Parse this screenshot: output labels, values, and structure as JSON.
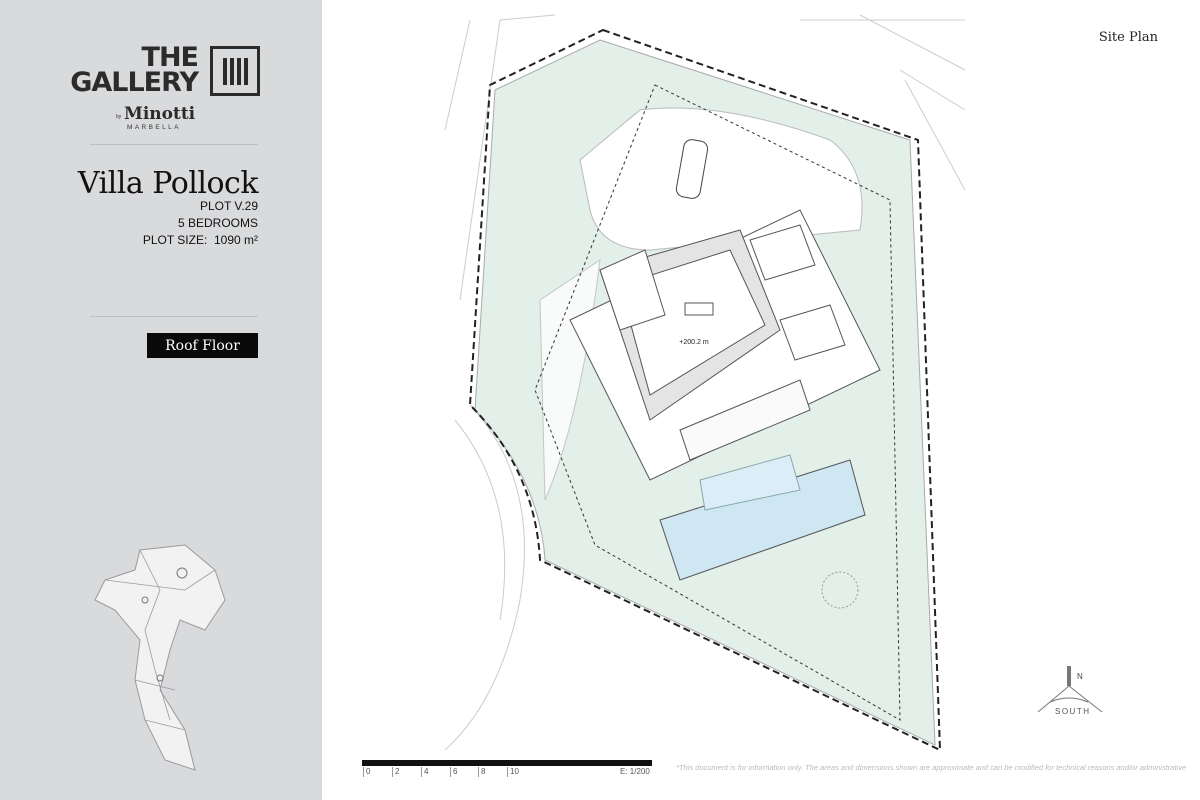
{
  "brand": {
    "line1": "THE",
    "line2": "GALLERY",
    "by": "by",
    "name": "Minotti",
    "city": "MARBELLA"
  },
  "villa": {
    "title": "Villa Pollock",
    "plot": "PLOT V.29",
    "bedrooms": "5  BEDROOMS",
    "plot_size_label": "PLOT SIZE:",
    "plot_size_value": "1090 m²"
  },
  "floor_button": "Roof Floor",
  "plan": {
    "label": "Site Plan",
    "elevation": "+200.2 m"
  },
  "scale": {
    "ticks": [
      "0",
      "2",
      "4",
      "6",
      "8",
      "10"
    ],
    "ratio": "E: 1/200"
  },
  "compass": {
    "north": "N",
    "south": "SOUTH"
  },
  "disclaimer": "*This document is for information only. The areas and dimensions shown are approximate and can be modified for technical reasons and/or administrative",
  "colors": {
    "panel": "#d9dadc",
    "lawn": "#e3efe9",
    "pool": "#cfe6f3"
  }
}
